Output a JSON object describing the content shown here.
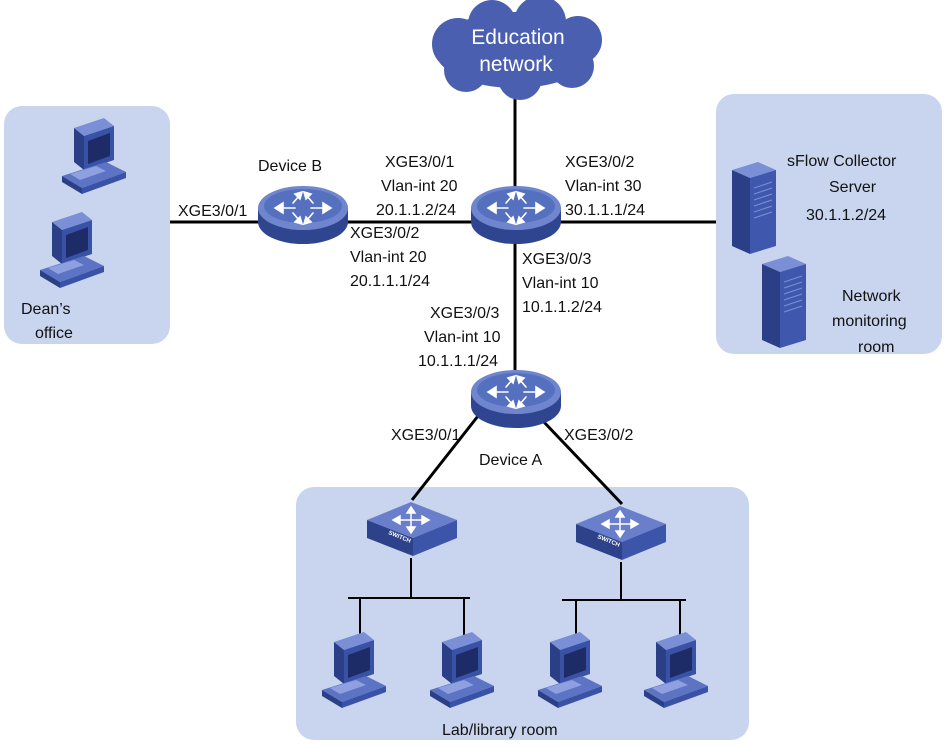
{
  "cloud": {
    "line1": "Education",
    "line2": "network"
  },
  "devices": {
    "device_b": "Device B",
    "device_a": "Device A",
    "switch_label": "SWITCH"
  },
  "zones": {
    "dean_line1": "Dean’s",
    "dean_line2": "office",
    "collector_line1": "sFlow Collector",
    "collector_line2": "Server",
    "collector_ip": "30.1.1.2/24",
    "monitor_line1": "Network",
    "monitor_line2": "monitoring",
    "monitor_line3": "room",
    "lab": "Lab/library room"
  },
  "interfaces": {
    "b_port1": "XGE3/0/1",
    "b_port2": {
      "port": "XGE3/0/2",
      "vlan": "Vlan-int 20",
      "ip": "20.1.1.1/24"
    },
    "c_port1": {
      "port": "XGE3/0/1",
      "vlan": "Vlan-int 20",
      "ip": "20.1.1.2/24"
    },
    "c_port2": {
      "port": "XGE3/0/2",
      "vlan": "Vlan-int 30",
      "ip": "30.1.1.1/24"
    },
    "c_port3": {
      "port": "XGE3/0/3",
      "vlan": "Vlan-int 10",
      "ip": "10.1.1.2/24"
    },
    "a_port3": {
      "port": "XGE3/0/3",
      "vlan": "Vlan-int 10",
      "ip": "10.1.1.1/24"
    },
    "a_port1": "XGE3/0/1",
    "a_port2": "XGE3/0/2"
  },
  "colors": {
    "zone_fill": "#c9d5ee",
    "device_blue": "#4a63b4",
    "device_dark": "#2e4289",
    "cloud": "#4a5fb0"
  }
}
